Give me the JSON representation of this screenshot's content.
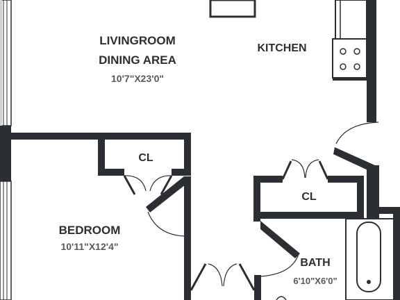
{
  "rooms": {
    "living": {
      "name_line1": "LIVINGROOM",
      "name_line2": "DINING AREA",
      "dimensions": "10'7\"X23'0\""
    },
    "kitchen": {
      "name": "KITCHEN"
    },
    "closet_bedroom": {
      "name": "CL"
    },
    "closet_hall": {
      "name": "CL"
    },
    "bedroom": {
      "name": "BEDROOM",
      "dimensions": "10'11\"X12'4\""
    },
    "bath": {
      "name": "BATH",
      "dimensions": "6'10\"X6'0\""
    }
  },
  "colors": {
    "wall": "#2b2f33",
    "fixture_line": "#2b2f33",
    "window_glass": "#cfd3d6",
    "background": "#ffffff"
  }
}
